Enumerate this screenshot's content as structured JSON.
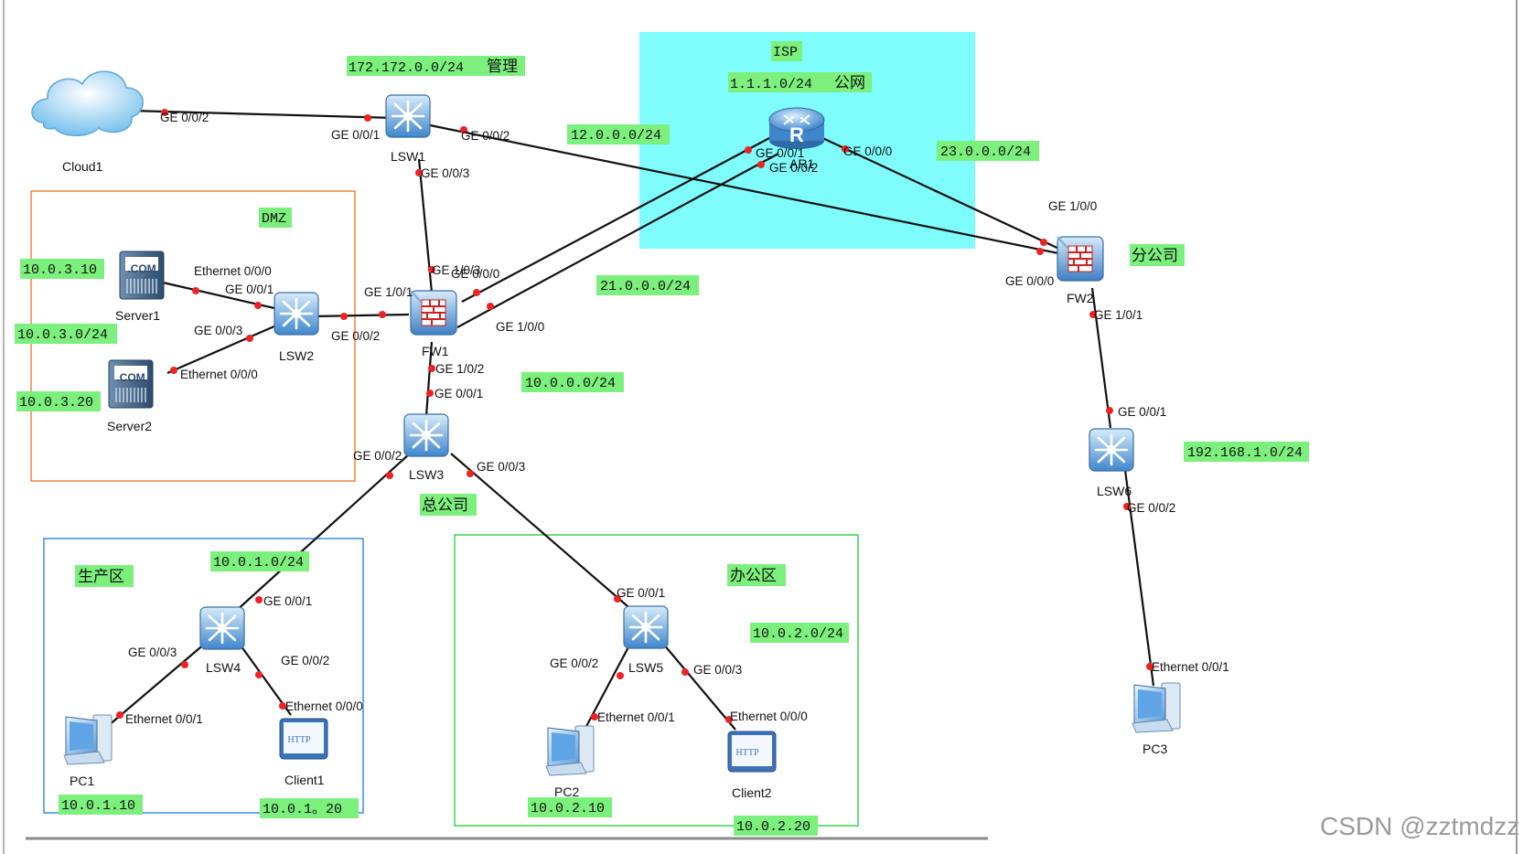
{
  "zones": {
    "isp": "ISP",
    "dmz": "DMZ",
    "production": "生产区",
    "office": "办公区",
    "headquarters": "总公司",
    "branch": "分公司"
  },
  "networks": {
    "mgmt": "172.172.0.0/24",
    "mgmt_tag": "管理",
    "public": "1.1.1.0/24",
    "public_tag": "公网",
    "n12": "12.0.0.0/24",
    "n23": "23.0.0.0/24",
    "n21": "21.0.0.0/24",
    "n10_0": "10.0.0.0/24",
    "n10_3": "10.0.3.0/24",
    "n10_1": "10.0.1.0/24",
    "n10_2": "10.0.2.0/24",
    "n192": "192.168.1.0/24"
  },
  "hosts": {
    "server1_ip": "10.0.3.10",
    "server2_ip": "10.0.3.20",
    "pc1_ip": "10.0.1.10",
    "client1_ip": "10.0.1。20",
    "pc2_ip": "10.0.2.10",
    "client2_ip": "10.0.2.20"
  },
  "devices": {
    "cloud1": "Cloud1",
    "lsw1": "LSW1",
    "lsw2": "LSW2",
    "lsw3": "LSW3",
    "lsw4": "LSW4",
    "lsw5": "LSW5",
    "lsw6": "LSW6",
    "fw1": "FW1",
    "fw2": "FW2",
    "ar1": "AR1",
    "server1": "Server1",
    "server2": "Server2",
    "pc1": "PC1",
    "pc2": "PC2",
    "pc3": "PC3",
    "client1": "Client1",
    "client2": "Client2"
  },
  "interfaces": {
    "cloud_ge002": "GE 0/0/2",
    "lsw1_ge001": "GE 0/0/1",
    "lsw1_ge002": "GE 0/0/2",
    "lsw1_ge003": "GE 0/0/3",
    "ar1_ge001": "GE 0/0/1",
    "ar1_ge002": "GE 0/0/2",
    "ar1_ge000": "GE 0/0/0",
    "fw2_ge100": "GE 1/0/0",
    "fw2_ge000": "GE 0/0/0",
    "fw2_ge101": "GE 1/0/1",
    "fw1_ge103": "GE 1/0/3",
    "fw1_ge000": "GE 0/0/0",
    "fw1_ge101": "GE 1/0/1",
    "fw1_ge100": "GE 1/0/0",
    "fw1_ge102": "GE 1/0/2",
    "s1_eth": "Ethernet 0/0/0",
    "lsw2_ge001": "GE 0/0/1",
    "lsw2_ge003": "GE 0/0/3",
    "lsw2_ge002": "GE 0/0/2",
    "s2_eth": "Ethernet 0/0/0",
    "lsw3_ge001": "GE 0/0/1",
    "lsw3_ge002": "GE 0/0/2",
    "lsw3_ge003": "GE 0/0/3",
    "lsw6_ge001": "GE 0/0/1",
    "lsw6_ge002": "GE 0/0/2",
    "pc3_eth": "Ethernet 0/0/1",
    "lsw4_ge001": "GE 0/0/1",
    "lsw4_ge003": "GE 0/0/3",
    "lsw4_ge002": "GE 0/0/2",
    "pc1_eth": "Ethernet 0/0/1",
    "c1_eth": "Ethernet 0/0/0",
    "lsw5_ge001": "GE 0/0/1",
    "lsw5_ge002": "GE 0/0/2",
    "lsw5_ge003": "GE 0/0/3",
    "pc2_eth": "Ethernet 0/0/1",
    "c2_eth": "Ethernet 0/0/0"
  },
  "server_badge": ".COM",
  "http_badge": "HTTP",
  "router_badge": "R",
  "watermark": "CSDN @zztmdzz",
  "colors": {
    "isp_fill": "#7ffcfc",
    "label_bg": "#7cf07c",
    "dmz_border": "#f4823c",
    "prod_border": "#3c8ce6",
    "office_border": "#3cd24b",
    "link_dot": "#ee2222"
  }
}
